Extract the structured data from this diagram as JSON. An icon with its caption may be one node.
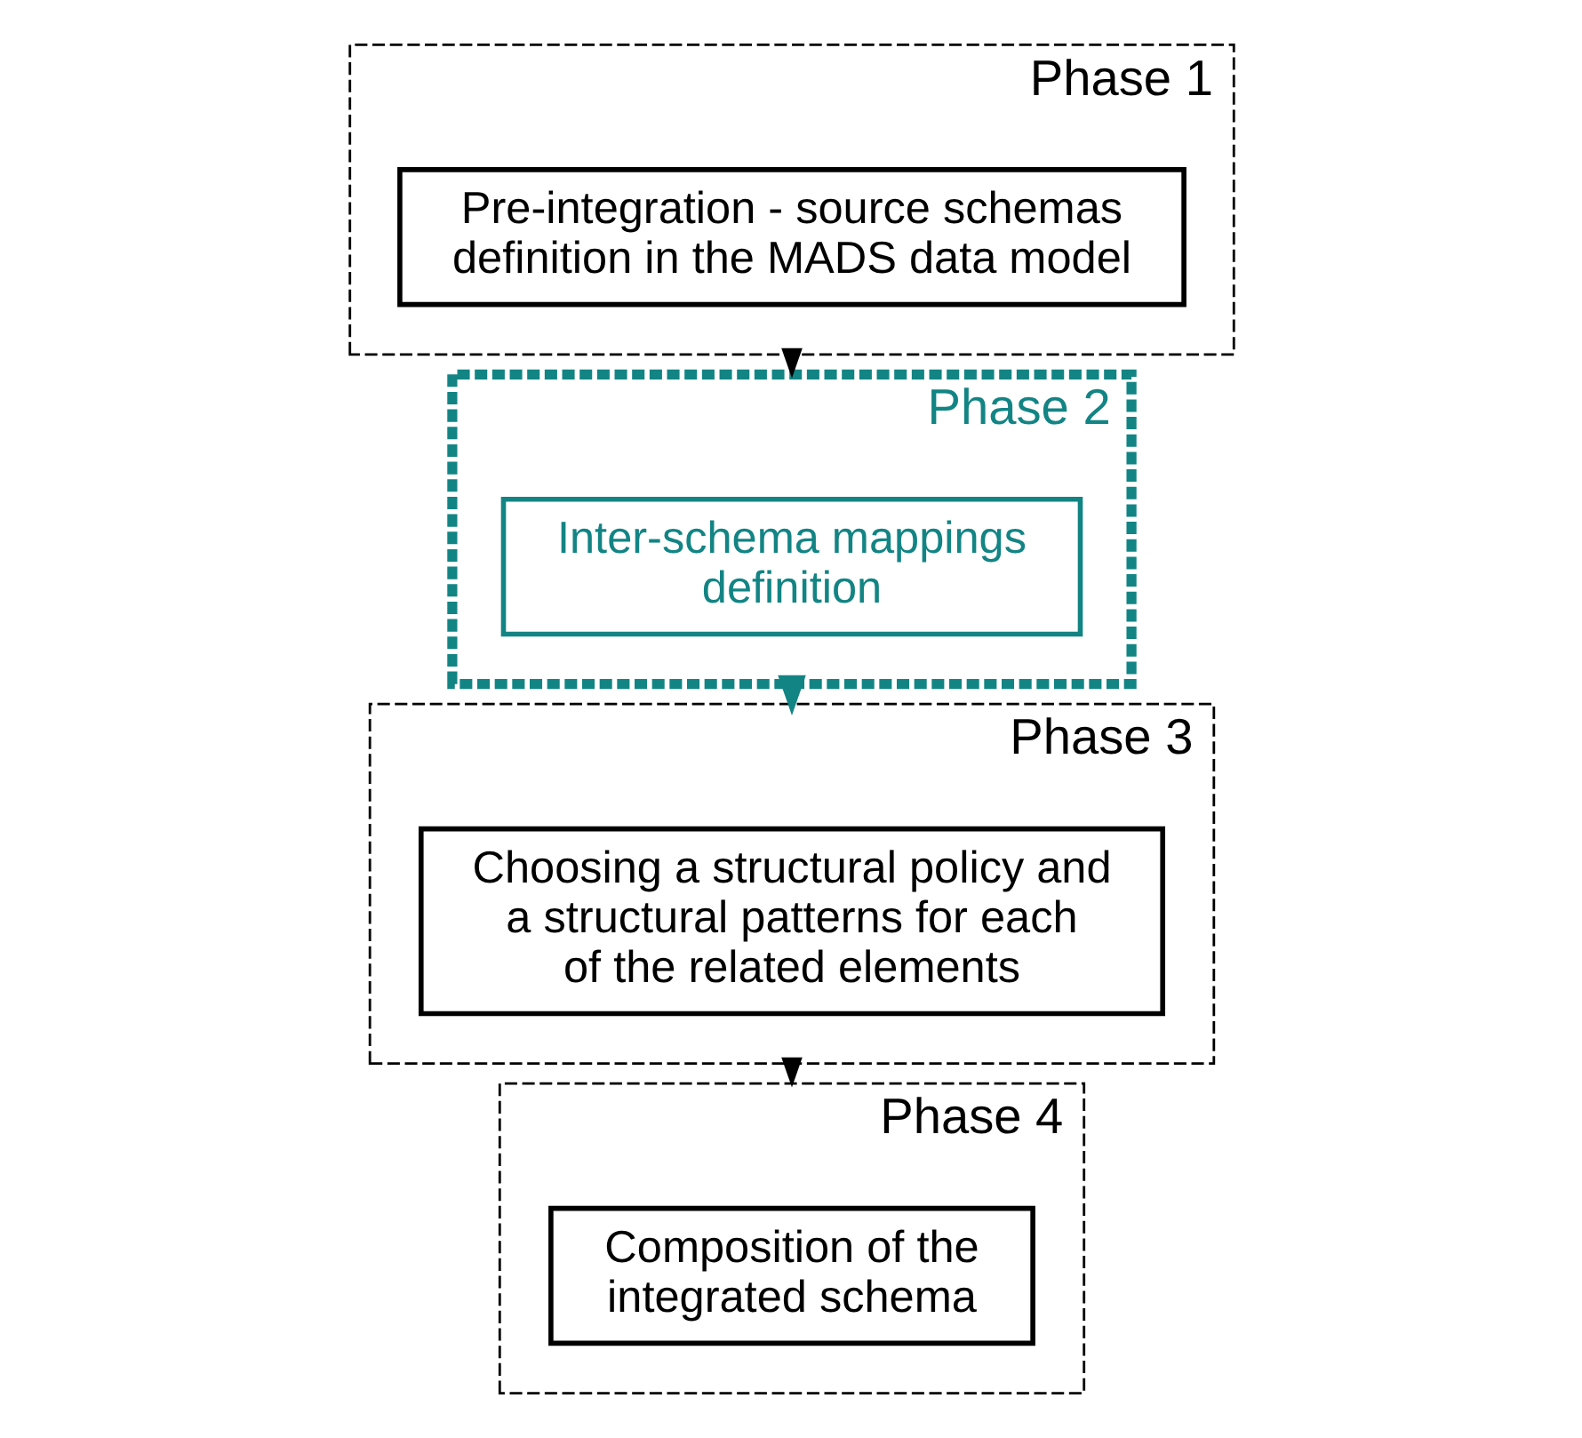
{
  "diagram": {
    "nodes": [
      {
        "text": [
          "Phase 1"
        ]
      },
      {
        "text": [
          "Pre-integration - source schemas definition in the MADS data model"
        ],
        "in": 0
      },
      {
        "text": [
          "Phase 2"
        ]
      },
      {
        "text": [
          "Inter-schema mappings definition"
        ],
        "in": 2
      },
      {
        "text": [
          "Phase 3"
        ]
      },
      {
        "text": [
          "Choosing a structural policy and a structural patterns for each of the related elements"
        ],
        "in": 4
      },
      {
        "text": [
          "Phase 4"
        ]
      },
      {
        "text": [
          "Composition of the integrated schema"
        ],
        "in": 6
      }
    ],
    "edges": [
      {
        "from": 0,
        "to": 2,
        "arrow": "to",
        "style": "dashed"
      },
      {
        "from": 2,
        "to": 4,
        "arrow": "to",
        "style": "dashed",
        "color": "#138484"
      },
      {
        "from": 4,
        "to": 6,
        "arrow": "to",
        "style": "dashed"
      }
    ]
  }
}
